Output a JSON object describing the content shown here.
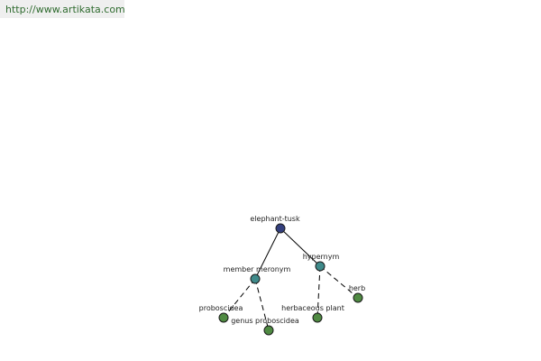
{
  "header": {
    "url": "http://www.artikata.com"
  },
  "colors": {
    "root": "#333f7d",
    "relation": "#3f8a8a",
    "leaf": "#4f8a42"
  },
  "graph": {
    "nodes": [
      {
        "id": "elephant-tusk",
        "label": "elephant-tusk",
        "kind": "root"
      },
      {
        "id": "member-meronym",
        "label": "member meronym",
        "kind": "relation"
      },
      {
        "id": "hypernym",
        "label": "hypernym",
        "kind": "relation"
      },
      {
        "id": "proboscidea",
        "label": "proboscidea",
        "kind": "leaf"
      },
      {
        "id": "genus-proboscidea",
        "label": "genus proboscidea",
        "kind": "leaf"
      },
      {
        "id": "herbaceous-plant",
        "label": "herbaceous plant",
        "kind": "leaf"
      },
      {
        "id": "herb",
        "label": "herb",
        "kind": "leaf"
      }
    ],
    "edges": [
      {
        "from": "elephant-tusk",
        "to": "member-meronym",
        "style": "solid"
      },
      {
        "from": "elephant-tusk",
        "to": "hypernym",
        "style": "solid"
      },
      {
        "from": "member-meronym",
        "to": "proboscidea",
        "style": "dashed"
      },
      {
        "from": "member-meronym",
        "to": "genus-proboscidea",
        "style": "dashed"
      },
      {
        "from": "hypernym",
        "to": "herbaceous-plant",
        "style": "dashed"
      },
      {
        "from": "hypernym",
        "to": "herb",
        "style": "dashed"
      }
    ]
  }
}
